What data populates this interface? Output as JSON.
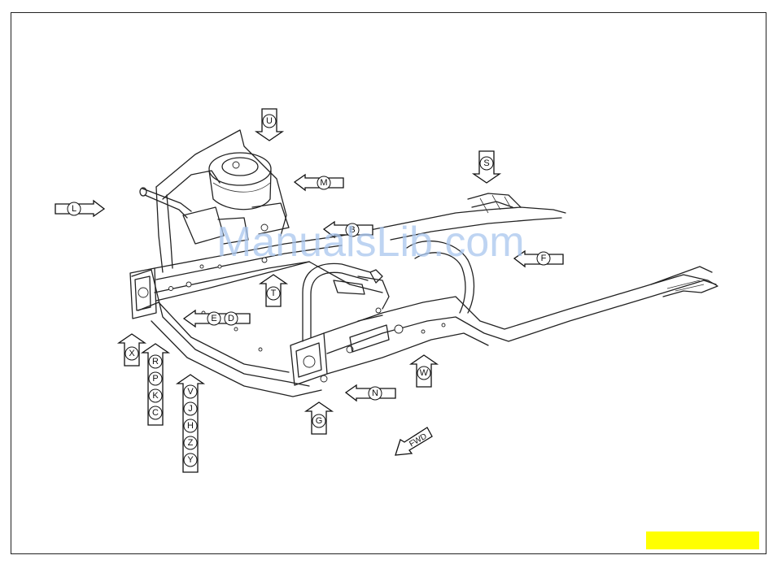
{
  "watermark": "ManualsLib.com",
  "colors": {
    "highlight_tab": "#ffff00",
    "watermark": "#a9c6ee",
    "lines": "#222222"
  },
  "callouts": {
    "U": "U",
    "M": "M",
    "S": "S",
    "L": "L",
    "B": "B",
    "F": "F",
    "T": "T",
    "E": "E",
    "D": "D",
    "X": "X",
    "R": "R",
    "P": "P",
    "K": "K",
    "C": "C",
    "V": "V",
    "J": "J",
    "H": "H",
    "Z": "Z",
    "Y": "Y",
    "W": "W",
    "N": "N",
    "G": "G"
  },
  "fwd_label": "FWD"
}
